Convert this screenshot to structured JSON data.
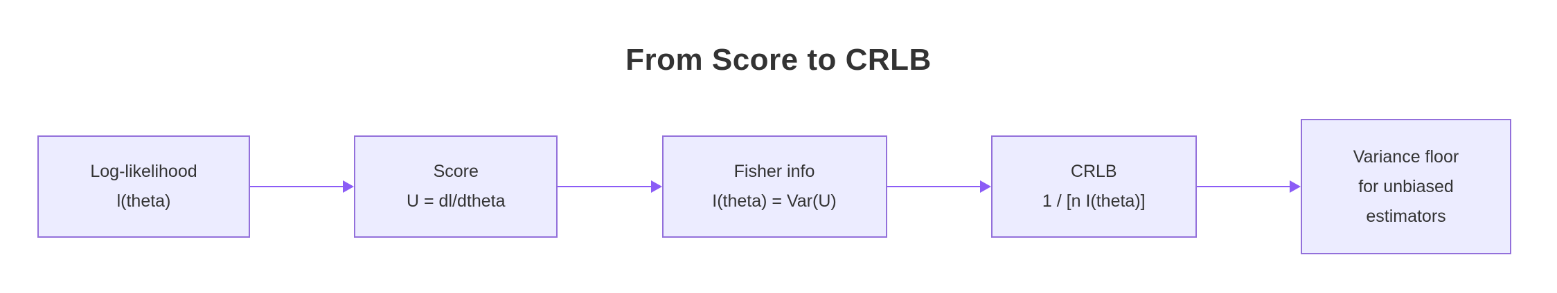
{
  "title": "From Score to CRLB",
  "diagram": {
    "type": "flowchart",
    "direction": "left-to-right",
    "nodes": [
      {
        "id": "log-likelihood",
        "lines": [
          "Log-likelihood",
          "l(theta)"
        ]
      },
      {
        "id": "score",
        "lines": [
          "Score",
          "U = dl/dtheta"
        ]
      },
      {
        "id": "fisher-info",
        "lines": [
          "Fisher info",
          "I(theta) = Var(U)"
        ]
      },
      {
        "id": "crlb",
        "lines": [
          "CRLB",
          "1 / [n I(theta)]"
        ]
      },
      {
        "id": "variance-floor",
        "lines": [
          "Variance floor",
          "for unbiased",
          "estimators"
        ]
      }
    ],
    "edges": [
      {
        "from": "log-likelihood",
        "to": "score"
      },
      {
        "from": "score",
        "to": "fisher-info"
      },
      {
        "from": "fisher-info",
        "to": "crlb"
      },
      {
        "from": "crlb",
        "to": "variance-floor"
      }
    ]
  },
  "colors": {
    "node_fill": "#ECECFF",
    "node_border": "#9370DB",
    "arrow": "#8B5CF6",
    "title_text": "#333333",
    "node_text": "#333333",
    "background": "#FFFFFF"
  }
}
